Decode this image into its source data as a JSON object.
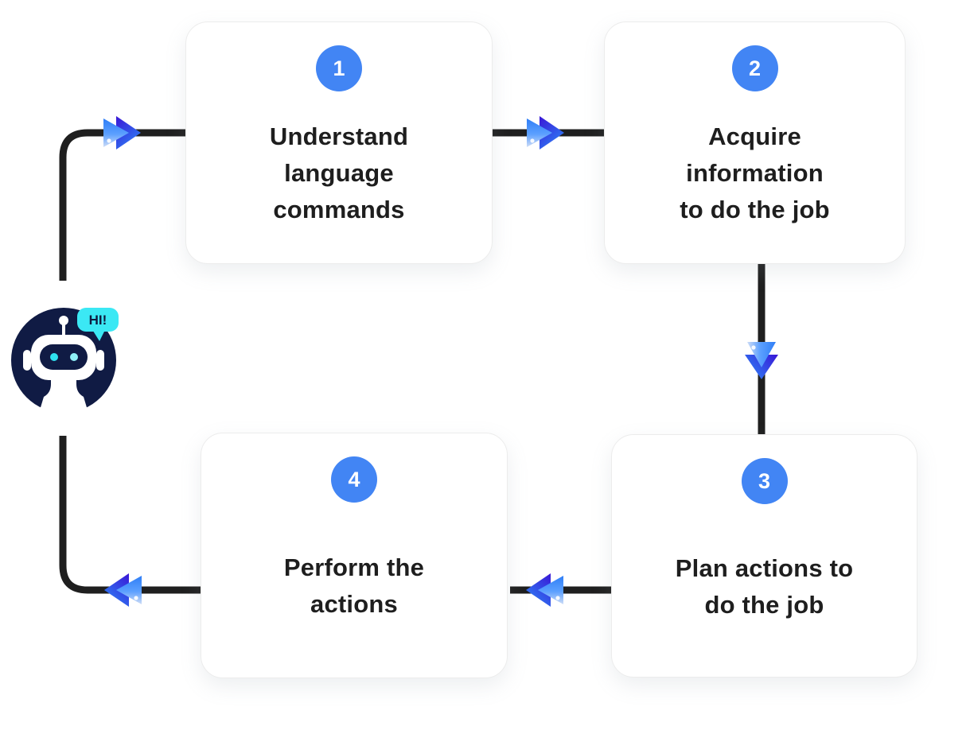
{
  "steps": [
    {
      "number": "1",
      "lines": [
        "Understand",
        "language",
        "commands"
      ]
    },
    {
      "number": "2",
      "lines": [
        "Acquire",
        "information",
        "to do the job"
      ]
    },
    {
      "number": "3",
      "lines": [
        "Plan actions to",
        "do the job"
      ]
    },
    {
      "number": "4",
      "lines": [
        "Perform the",
        "actions"
      ]
    }
  ],
  "robot": {
    "speech": "HI!"
  },
  "colors": {
    "step_badge": "#4285F4",
    "step_text": "#1E1E1E",
    "connector_line": "#1F1F1F",
    "arrow_back_gradient": [
      "#3A16D6",
      "#2E7FF5"
    ],
    "arrow_front_gradient": [
      "#2F7EF6",
      "#CFDDF6"
    ],
    "robot_navy": "#101B44",
    "robot_eye_cyan": "#2FE2F0",
    "speech_bubble_cyan": "#3BE8F4",
    "card_border": "#ECECEC"
  }
}
